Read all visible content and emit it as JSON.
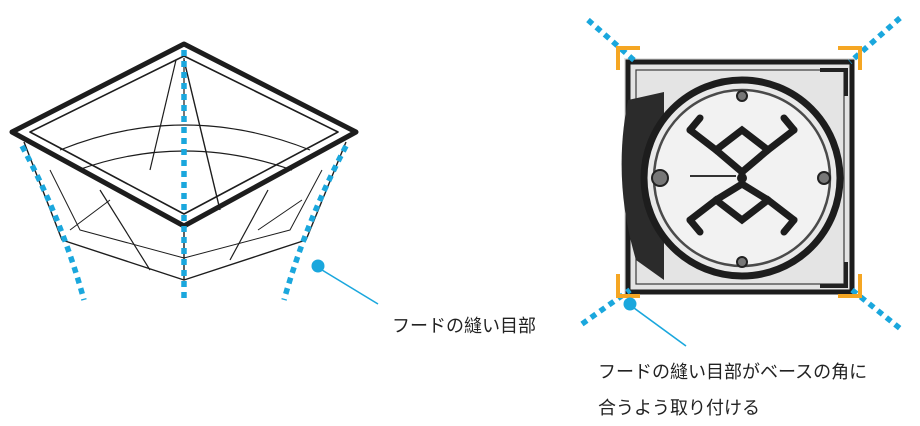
{
  "left_figure": {
    "callout_text": "フードの縫い目部"
  },
  "right_figure": {
    "callout_line1": "フードの縫い目部がベースの角に",
    "callout_line2": "合うよう取り付ける"
  },
  "colors": {
    "seam_dots": "#1aa7dd",
    "corner_marks": "#f5a623",
    "frame": "#1d1d1d",
    "leader_line": "#1aa7dd"
  },
  "icons": {
    "left": "hood-frame-drawing",
    "right": "base-top-view-photo"
  }
}
